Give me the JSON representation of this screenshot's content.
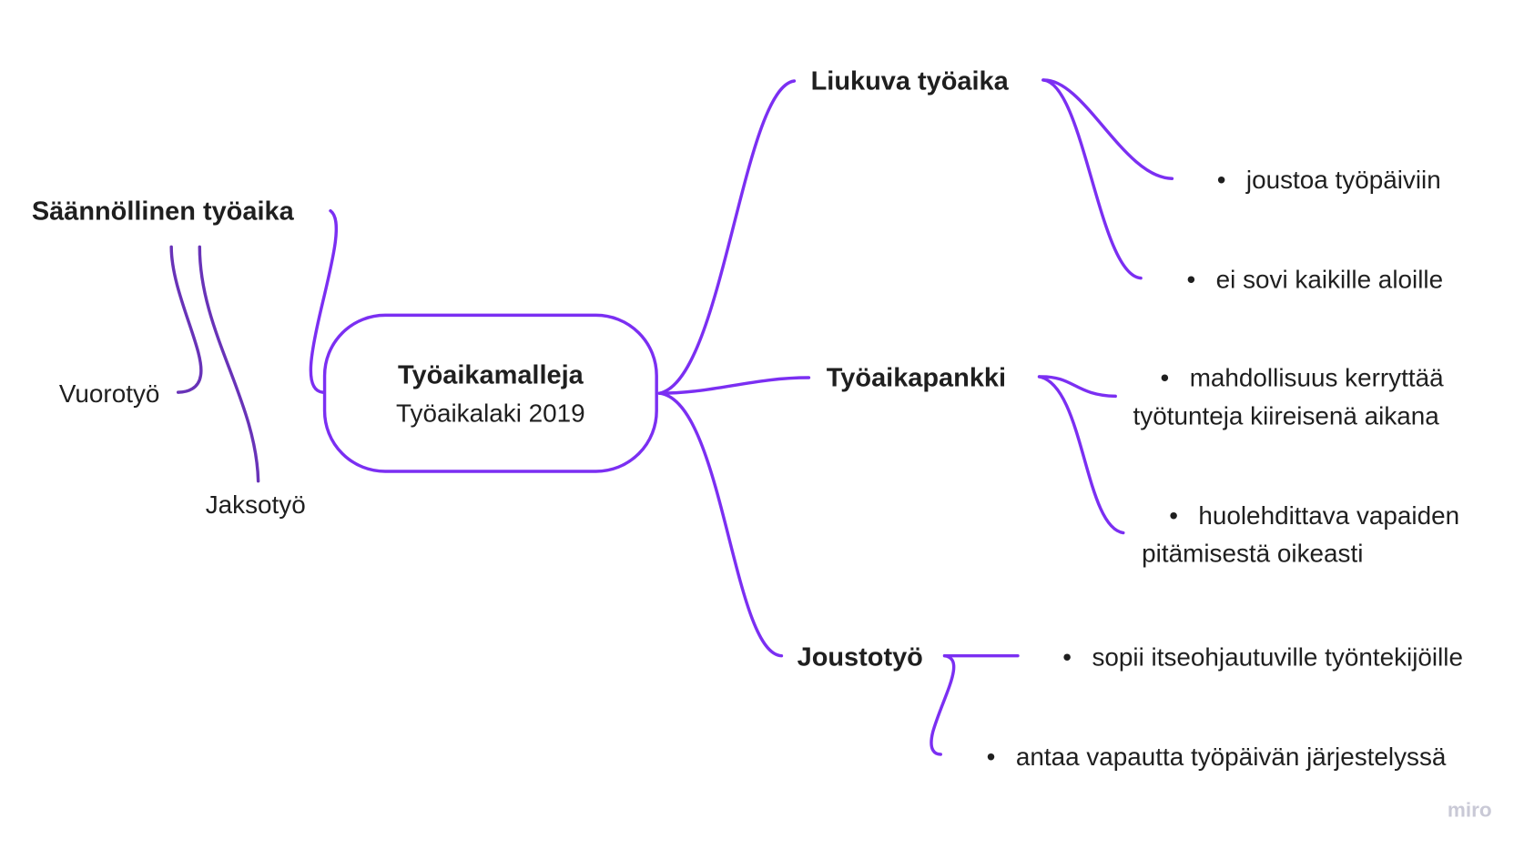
{
  "center": {
    "title": "Työaikamalleja",
    "subtitle": "Työaikalaki 2019"
  },
  "left": {
    "title": "Säännöllinen työaika",
    "children": [
      "Vuorotyö",
      "Jaksotyö"
    ]
  },
  "branches": [
    {
      "title": "Liukuva työaika",
      "bullets": [
        "joustoa työpäiviin",
        "ei sovi kaikille aloille"
      ]
    },
    {
      "title": "Työaikapankki",
      "bullets": [
        [
          "mahdollisuus kerryttää",
          "työtunteja kiireisenä aikana"
        ],
        [
          "huolehdittava vapaiden",
          "pitämisestä oikeasti"
        ]
      ]
    },
    {
      "title": "Joustotyö",
      "bullets": [
        "sopii itseohjautuville työntekijöille",
        "antaa vapautta työpäivän järjestelyssä"
      ]
    }
  ],
  "bullet_char": "•",
  "watermark": "miro",
  "colors": {
    "line": "#7b2ff2",
    "line_dark": "#6833b8",
    "watermark": "#c9c9d6"
  }
}
